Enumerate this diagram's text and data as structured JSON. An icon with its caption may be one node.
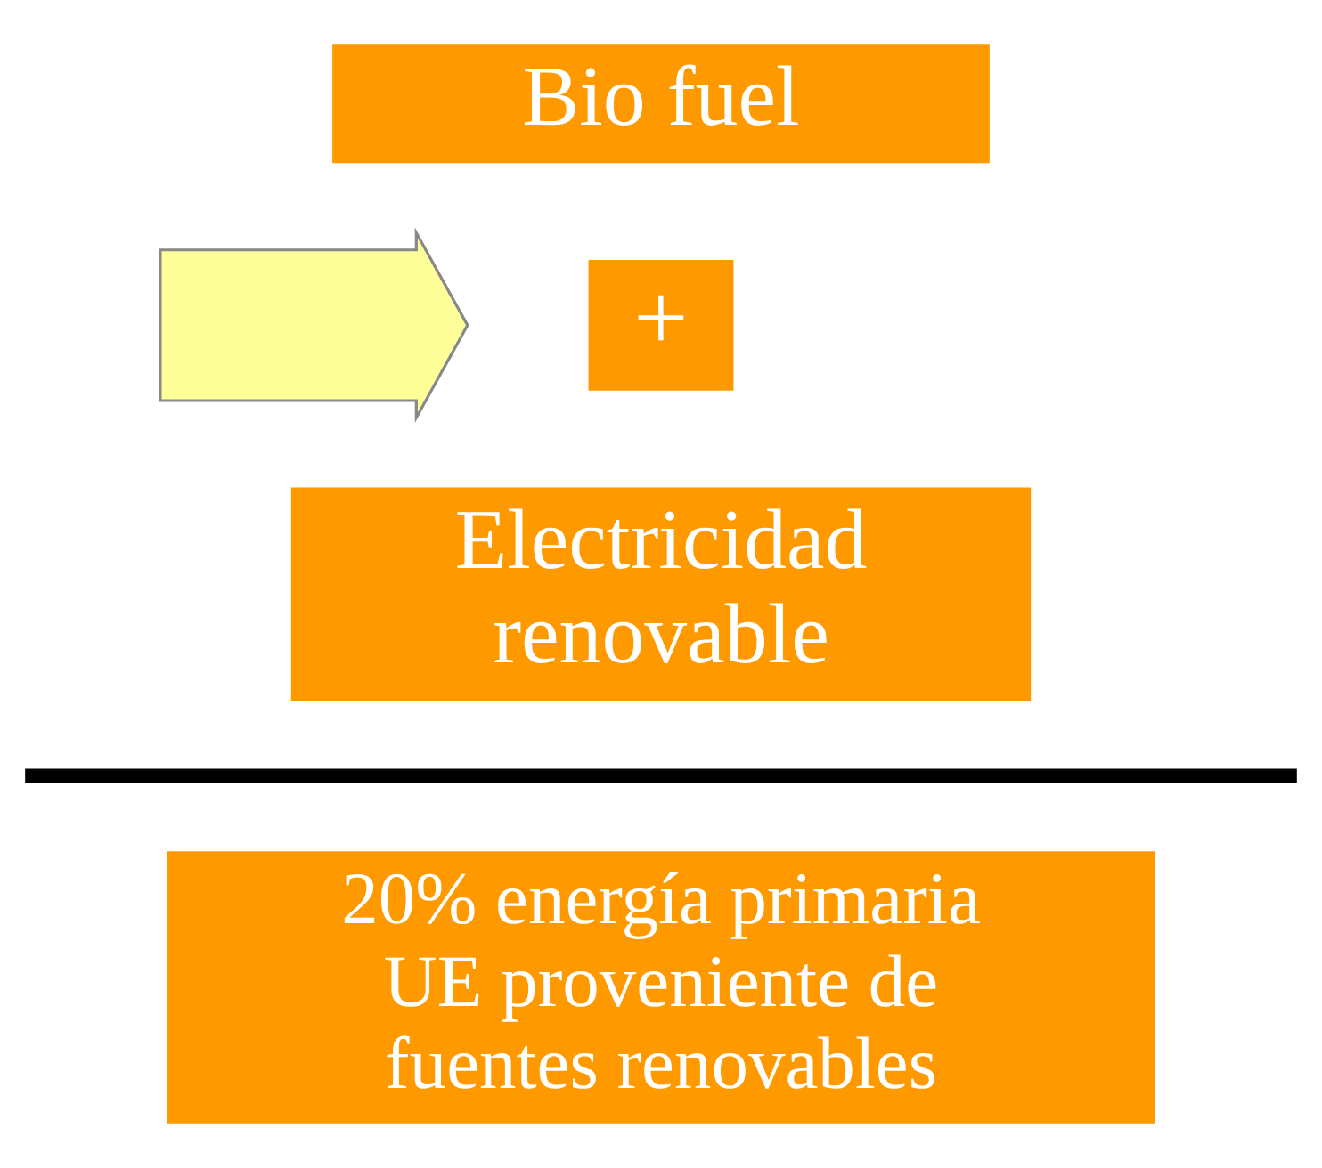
{
  "diagram": {
    "nodes": [
      {
        "text": [
          "Bio fuel"
        ]
      },
      {
        "text": [
          "+"
        ]
      },
      {
        "text": [
          "Electricidad renovable"
        ]
      },
      {
        "text": [
          "20% energía primaria UE proveniente de fuentes renovables"
        ]
      },
      {
        "text": [],
        "shape": "arrow"
      }
    ],
    "edges": []
  }
}
